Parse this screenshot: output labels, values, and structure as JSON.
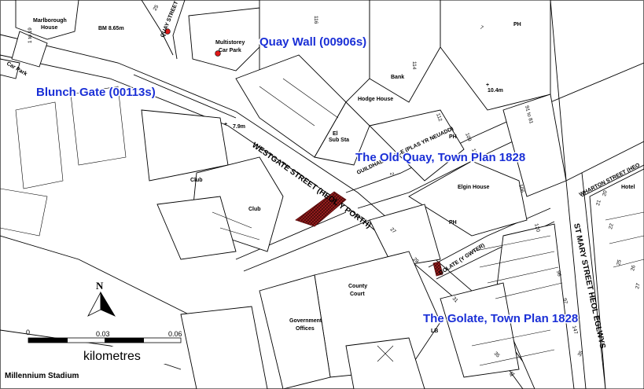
{
  "sites": [
    {
      "label": "Quay Wall (00906s)",
      "color": "#1a2fd6"
    },
    {
      "label": "Blunch Gate (00113s)",
      "color": "#1a2fd6"
    },
    {
      "label": "The Old Quay, Town Plan 1828",
      "color": "#1a2fd6"
    },
    {
      "label": "The Golate, Town Plan 1828",
      "color": "#1a2fd6"
    }
  ],
  "roads": {
    "westgate": "WESTGATE STREET (HEOL Y PORTH)",
    "st_mary": "ST MARY STREET HEOL EGLWYS",
    "wharton": "WHARTON STREET (HEO",
    "guildhall": "GUILDHALL PLACE (PLAS YR NEUADD)",
    "golate": "GOLATE (Y GWTER)",
    "quay": "QUAY STREET"
  },
  "places": {
    "multistorey": "Multistorey",
    "car_park_1": "Car Park",
    "car_park_2": "Car Park",
    "marlborough": "Marlborough",
    "house": "House",
    "bank": "Bank",
    "hodge_house": "Hodge House",
    "el": "El",
    "sub_sta": "Sub Sta",
    "ph_1": "PH",
    "ph_2": "PH",
    "ph_3": "PH",
    "elgin_house": "Elgin House",
    "club_1": "Club",
    "club_2": "Club",
    "hotel": "Hotel",
    "county": "County",
    "court": "Court",
    "government": "Government",
    "offices": "Offices",
    "lb": "LB"
  },
  "spot_heights": {
    "bm": "BM 8.65m",
    "h1": "10.4m",
    "h2": "7.9m"
  },
  "house_numbers": [
    "25",
    "116",
    "114",
    "7",
    "1 to 19",
    "112",
    "109",
    "17",
    "106",
    "2",
    "27",
    "29",
    "31",
    "120",
    "96",
    "97",
    "35",
    "147",
    "20",
    "21",
    "22",
    "25",
    "26",
    "27",
    "35",
    "91 to 81",
    "41"
  ],
  "north_arrow": "N",
  "scale_bar": {
    "ticks": [
      "0",
      "0.03",
      "0.06"
    ],
    "unit": "kilometres"
  },
  "footer": "Millennium Stadium",
  "colors": {
    "site_fill": "#8b1a1a",
    "site_marker": "#e01818"
  }
}
